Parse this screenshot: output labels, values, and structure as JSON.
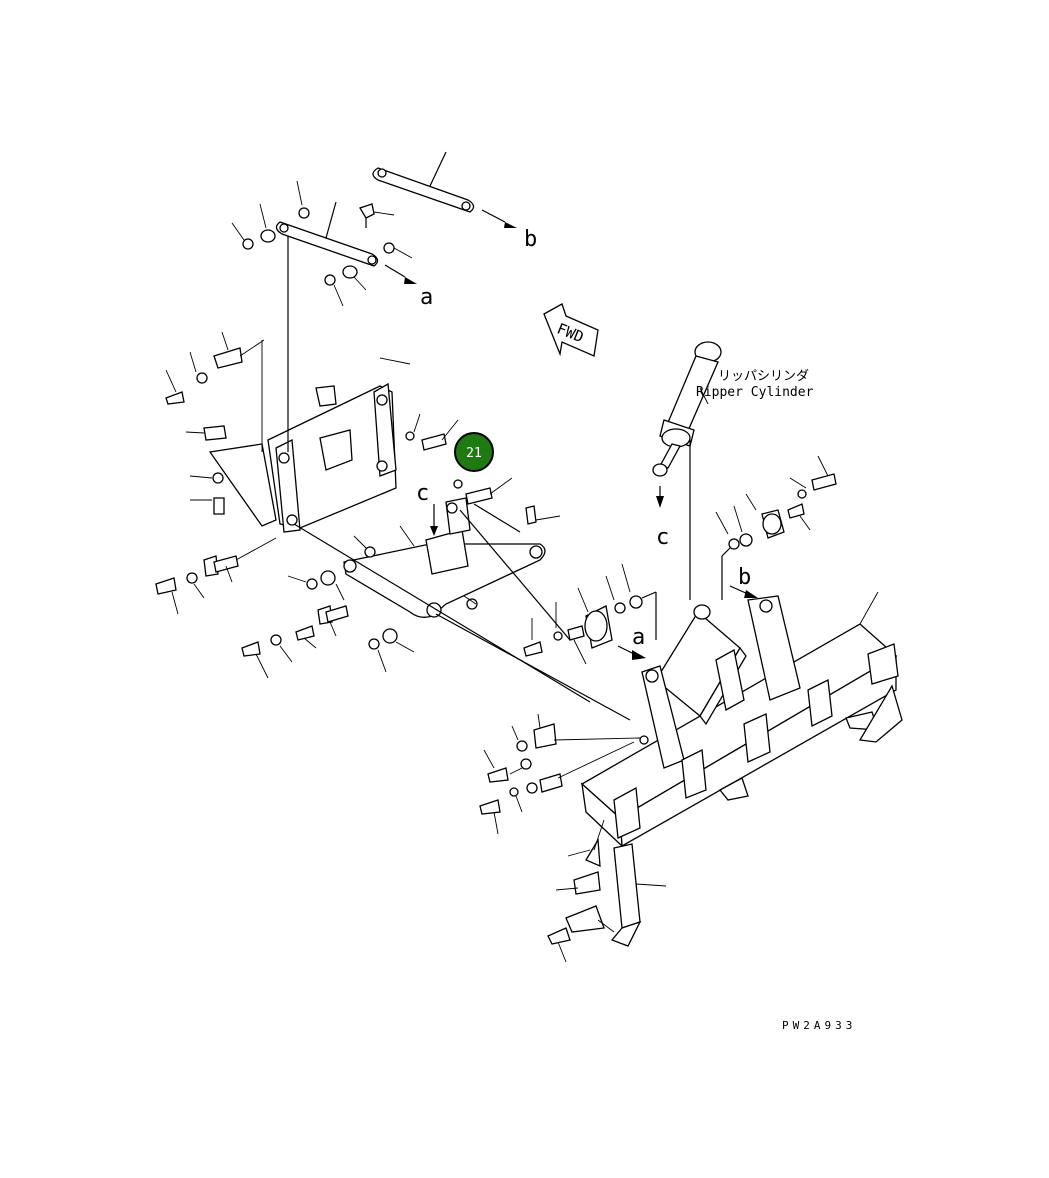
{
  "labels": {
    "ref_a_top": "a",
    "ref_b_top": "b",
    "ref_c_left": "c",
    "ref_c_right": "c",
    "ref_b_right": "b",
    "ref_a_right": "a",
    "fwd_arrow": "FWD",
    "ripper_cylinder_jp": "リッパシリンダ",
    "ripper_cylinder_en": "Ripper Cylinder",
    "drawing_code": "PW2A933"
  },
  "callouts": [
    {
      "id": "callout-21",
      "label": "21",
      "color": "#1f7a12"
    }
  ],
  "colors": {
    "callout_fill": "#1f7a12",
    "callout_ring": "#000000",
    "line": "#000000"
  }
}
